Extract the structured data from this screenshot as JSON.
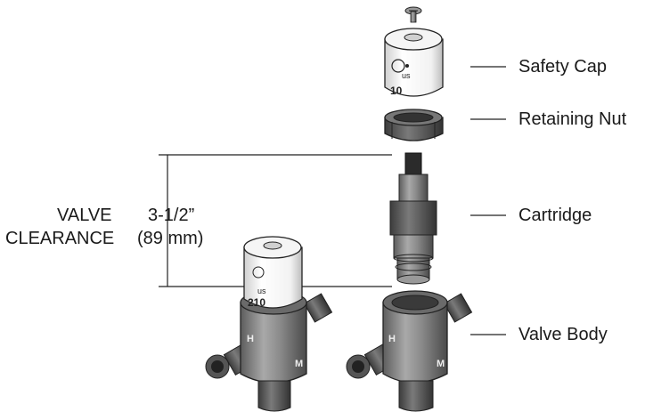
{
  "labels": {
    "safety_cap": "Safety Cap",
    "retaining_nut": "Retaining Nut",
    "cartridge": "Cartridge",
    "valve_body": "Valve Body"
  },
  "clearance": {
    "line1": "VALVE",
    "line2": "CLEARANCE",
    "dim_imperial": "3-1/2”",
    "dim_metric": "(89 mm)"
  },
  "markings": {
    "cap_text": "10",
    "cap_text_assembled": "210",
    "cap_small": "us",
    "body_left": "H",
    "body_right": "M"
  }
}
